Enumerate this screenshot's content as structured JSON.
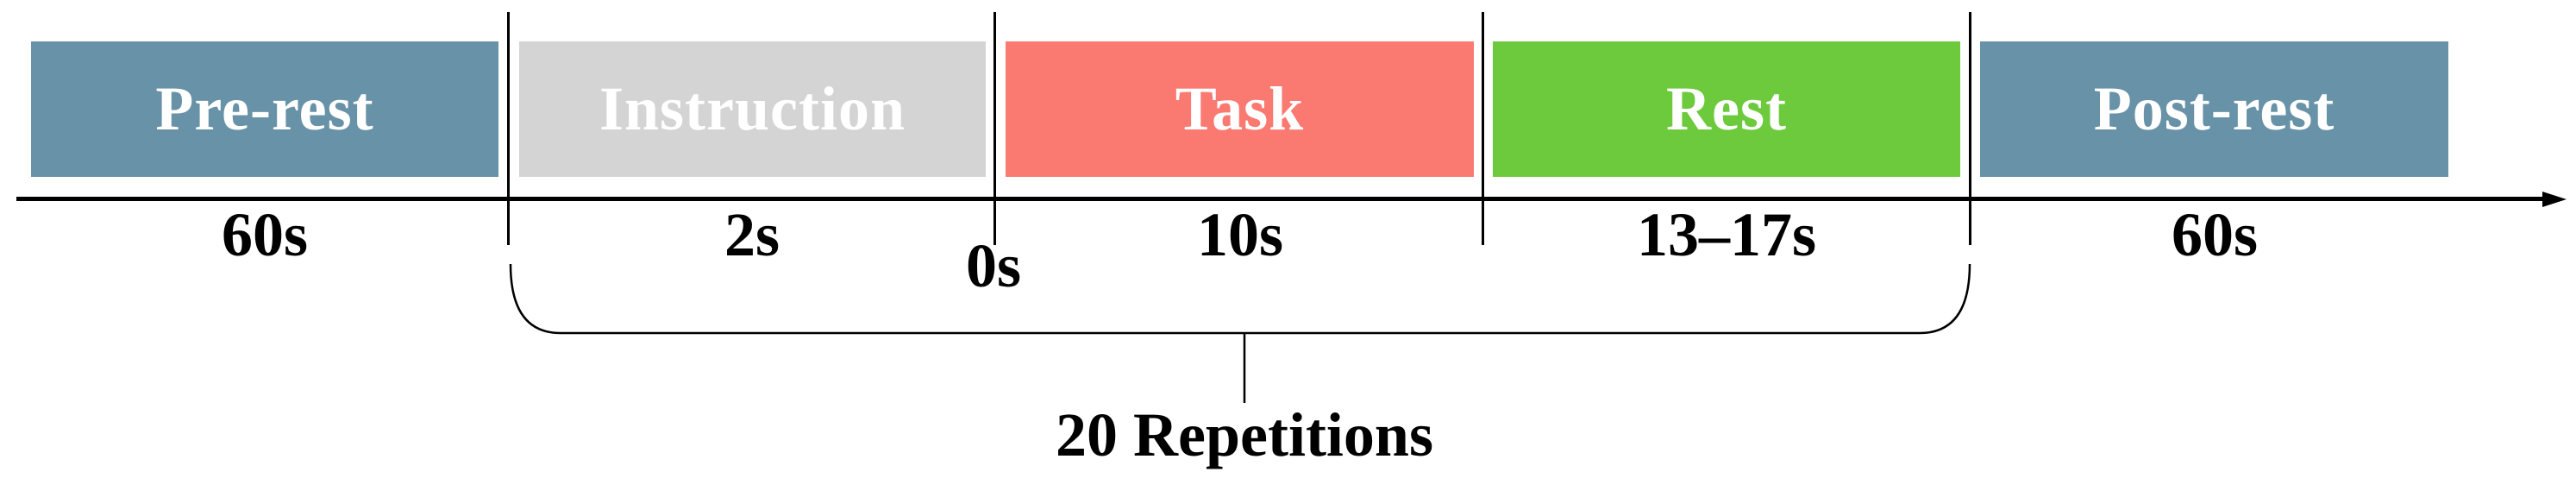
{
  "segments": [
    {
      "label": "Pre-rest",
      "duration": "60s",
      "color": "#6892a7",
      "text_color": "#ffffff"
    },
    {
      "label": "Instruction",
      "duration": "2s",
      "color": "#d3d4d3",
      "text_color": "#ffffff"
    },
    {
      "label": "Task",
      "duration": "10s",
      "color": "#fa7a72",
      "text_color": "#ffffff"
    },
    {
      "label": "Rest",
      "duration": "13–17s",
      "color": "#6dca3d",
      "text_color": "#ffffff"
    },
    {
      "label": "Post-rest",
      "duration": "60s",
      "color": "#6892a7",
      "text_color": "#ffffff"
    }
  ],
  "timeline": {
    "origin_label": "0s",
    "axis_color": "#000000"
  },
  "repetition": {
    "label": "20 Repetitions",
    "bracket_color": "#000000"
  }
}
